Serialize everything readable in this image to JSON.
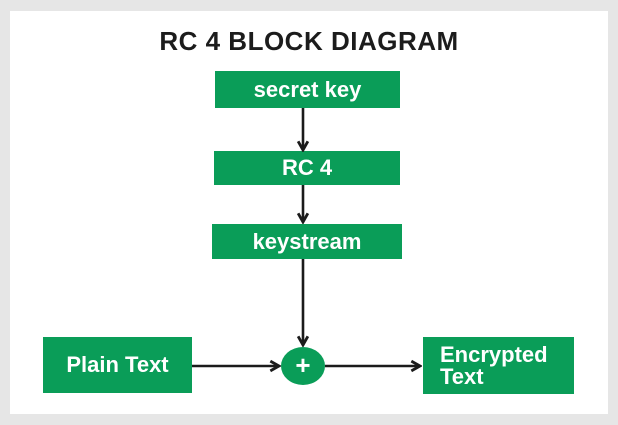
{
  "diagram": {
    "title": "RC 4 BLOCK DIAGRAM",
    "nodes": {
      "secret_key": {
        "label": "secret key"
      },
      "rc4": {
        "label": "RC 4"
      },
      "keystream": {
        "label": "keystream"
      },
      "plain_text": {
        "label": "Plain Text"
      },
      "encrypted_text": {
        "label": "Encrypted Text"
      },
      "xor": {
        "label": "+"
      }
    },
    "edges": [
      {
        "from": "secret_key",
        "to": "rc4"
      },
      {
        "from": "rc4",
        "to": "keystream"
      },
      {
        "from": "keystream",
        "to": "xor"
      },
      {
        "from": "plain_text",
        "to": "xor"
      },
      {
        "from": "xor",
        "to": "encrypted_text"
      }
    ],
    "colors": {
      "node_fill": "#0a9d58",
      "node_text": "#ffffff",
      "title_text": "#1c1c1c",
      "arrow": "#1b1b1b",
      "frame_background": "#e6e6e6",
      "canvas_background": "#ffffff"
    }
  }
}
